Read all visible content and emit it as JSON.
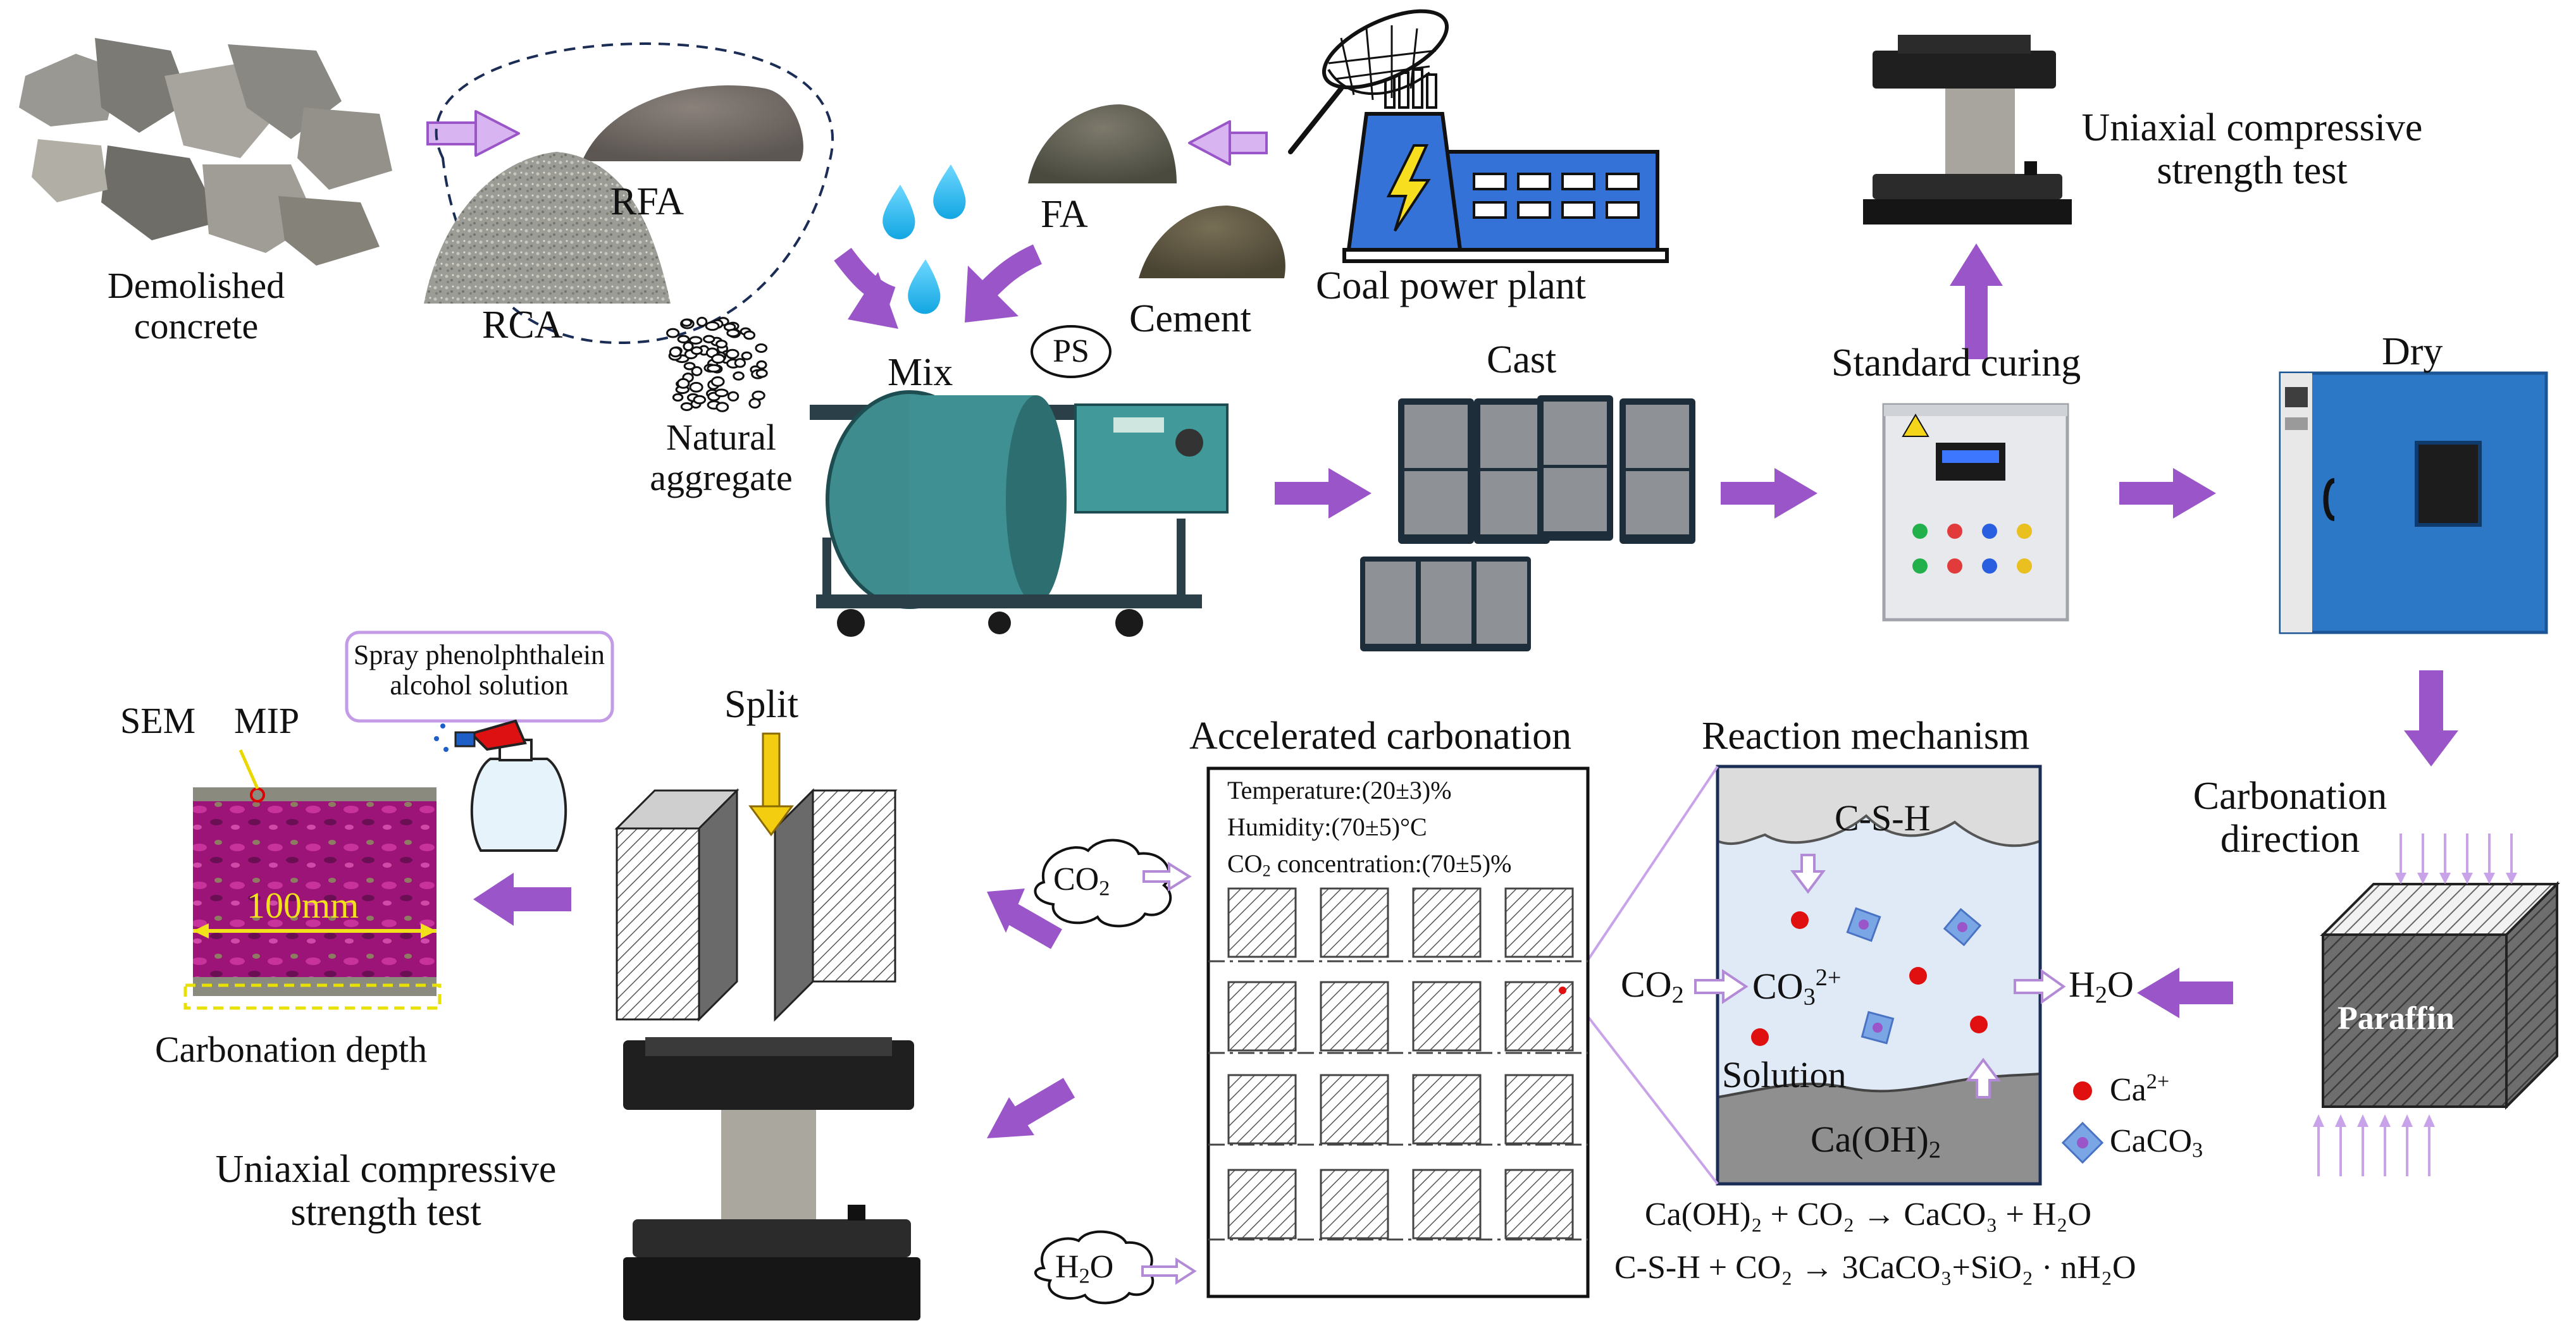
{
  "colors": {
    "arrow_purple": "#9a56c8",
    "arrow_light": "#d8b4f0",
    "phenol_magenta": "#b0187e",
    "solution_blue": "#dfeaf6",
    "csh_gray": "#dcdcdc",
    "caoh_gray": "#8f8f8f",
    "ca_red": "#e01010",
    "caco3_blue": "#7aa6e6",
    "plant_blue": "#2f6fd6",
    "split_yellow": "#f2cd10",
    "yellow_dash": "#e8e000"
  },
  "icons": [
    "purple-arrow-icon",
    "water-drop-icon",
    "net-icon",
    "lightning-icon",
    "spray-bottle-icon",
    "yellow-arrow-icon"
  ],
  "labels": {
    "demolished": [
      "Demolished",
      "concrete"
    ],
    "rfa": "RFA",
    "rca": "RCA",
    "fa": "FA",
    "cement": "Cement",
    "coal_plant": "Coal power plant",
    "ucs_top": [
      "Uniaxial compressive",
      "strength test"
    ],
    "natural": [
      "Natural",
      "aggregate"
    ],
    "mix": "Mix",
    "ps": "PS",
    "cast": "Cast",
    "standard_curing": "Standard curing",
    "dry": "Dry",
    "spray": [
      "Spray phenolphthalein",
      "alcohol solution"
    ],
    "sem": "SEM",
    "mip": "MIP",
    "split": "Split",
    "width_label": "100mm",
    "carb_depth": "Carbonation depth",
    "ucs_bottom": [
      "Uniaxial compressive",
      "strength test"
    ],
    "accel_title": "Accelerated carbonation",
    "temperature": "Temperature:(20±3)%",
    "humidity": "Humidity:(70±5)°C",
    "co2_conc_a": "CO",
    "co2_conc_sub": "2",
    "co2_conc_b": " concentration:(70±5)%",
    "co2_bubble": "CO",
    "h2o_bubble_a": "H",
    "h2o_bubble_b": "O",
    "sub2": "2",
    "reaction_title": "Reaction mechanism",
    "csh": "C-S-H",
    "co2_in": "CO",
    "co3": "CO",
    "co3_sub": "3",
    "co3_sup": "2+",
    "h2o_out_a": "H",
    "h2o_out_b": "O",
    "solution": "Solution",
    "caoh2": "Ca(OH)",
    "ca_ion": "Ca",
    "ca_sup": "2+",
    "caco3": "CaCO",
    "caco3_sub": "3",
    "eq1": "Ca(OH)₂ + CO₂ → CaCO₃ + H₂O",
    "eq2": "C-S-H + CO₂ → 3CaCO₃+SiO₂ · nH₂O",
    "carb_direction": [
      "Carbonation",
      "direction"
    ],
    "paraffin": "Paraffin"
  }
}
